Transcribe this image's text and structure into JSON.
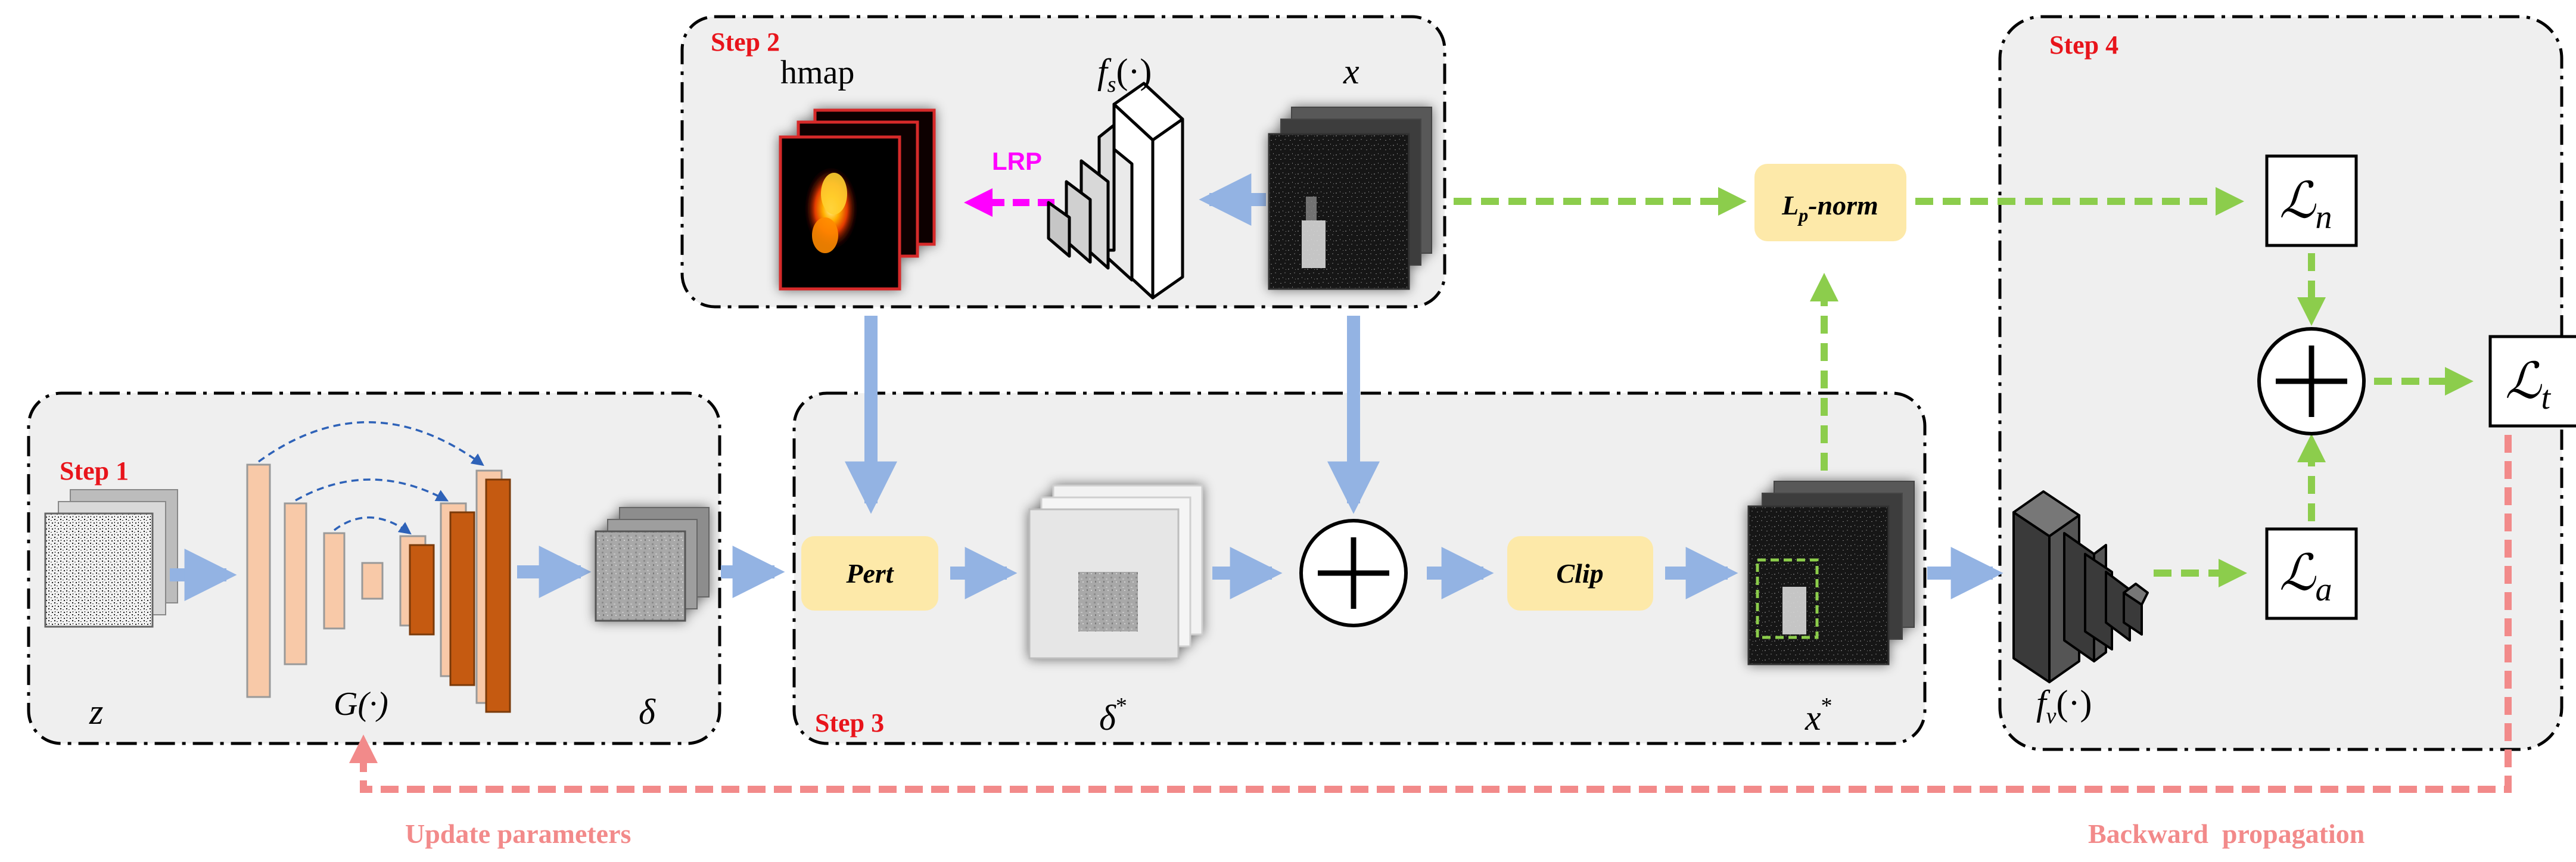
{
  "steps": {
    "step1": "Step 1",
    "step2": "Step 2",
    "step3": "Step 3",
    "step4": "Step 4"
  },
  "symbols": {
    "z": "z",
    "generator": "G(·)",
    "delta": "δ",
    "delta_star": "δ",
    "delta_star_sup": "*",
    "hmap": "hmap",
    "surrogate_f": "f",
    "surrogate_sub": "s",
    "surrogate_arg": "(·)",
    "x": "x",
    "x_star": "x",
    "x_star_sup": "*",
    "victim_f": "f",
    "victim_sub": "v",
    "victim_arg": "(·)",
    "loss_L": "ℒ",
    "loss_n_sub": "n",
    "loss_a_sub": "a",
    "loss_t_sub": "t"
  },
  "operations": {
    "pert": "Pert",
    "clip": "Clip",
    "lp_norm_L": "L",
    "lp_norm_sub": "p",
    "lp_norm_rest": "-norm",
    "lrp": "LRP"
  },
  "labels": {
    "update_parameters": "Update parameters",
    "backward_propagation": "Backward  propagation"
  },
  "colors": {
    "panel_fill": "#efefef",
    "blue_arrow": "#93b3e3",
    "green_arrow": "#8ccd4c",
    "pink_arrow": "#f28a8a",
    "magenta_arrow": "#ff00ff",
    "op_box_fill": "#fde9a9",
    "encoder_fill": "#f8c9a8",
    "decoder_fill": "#c55a11",
    "step_label": "#e8141b"
  }
}
